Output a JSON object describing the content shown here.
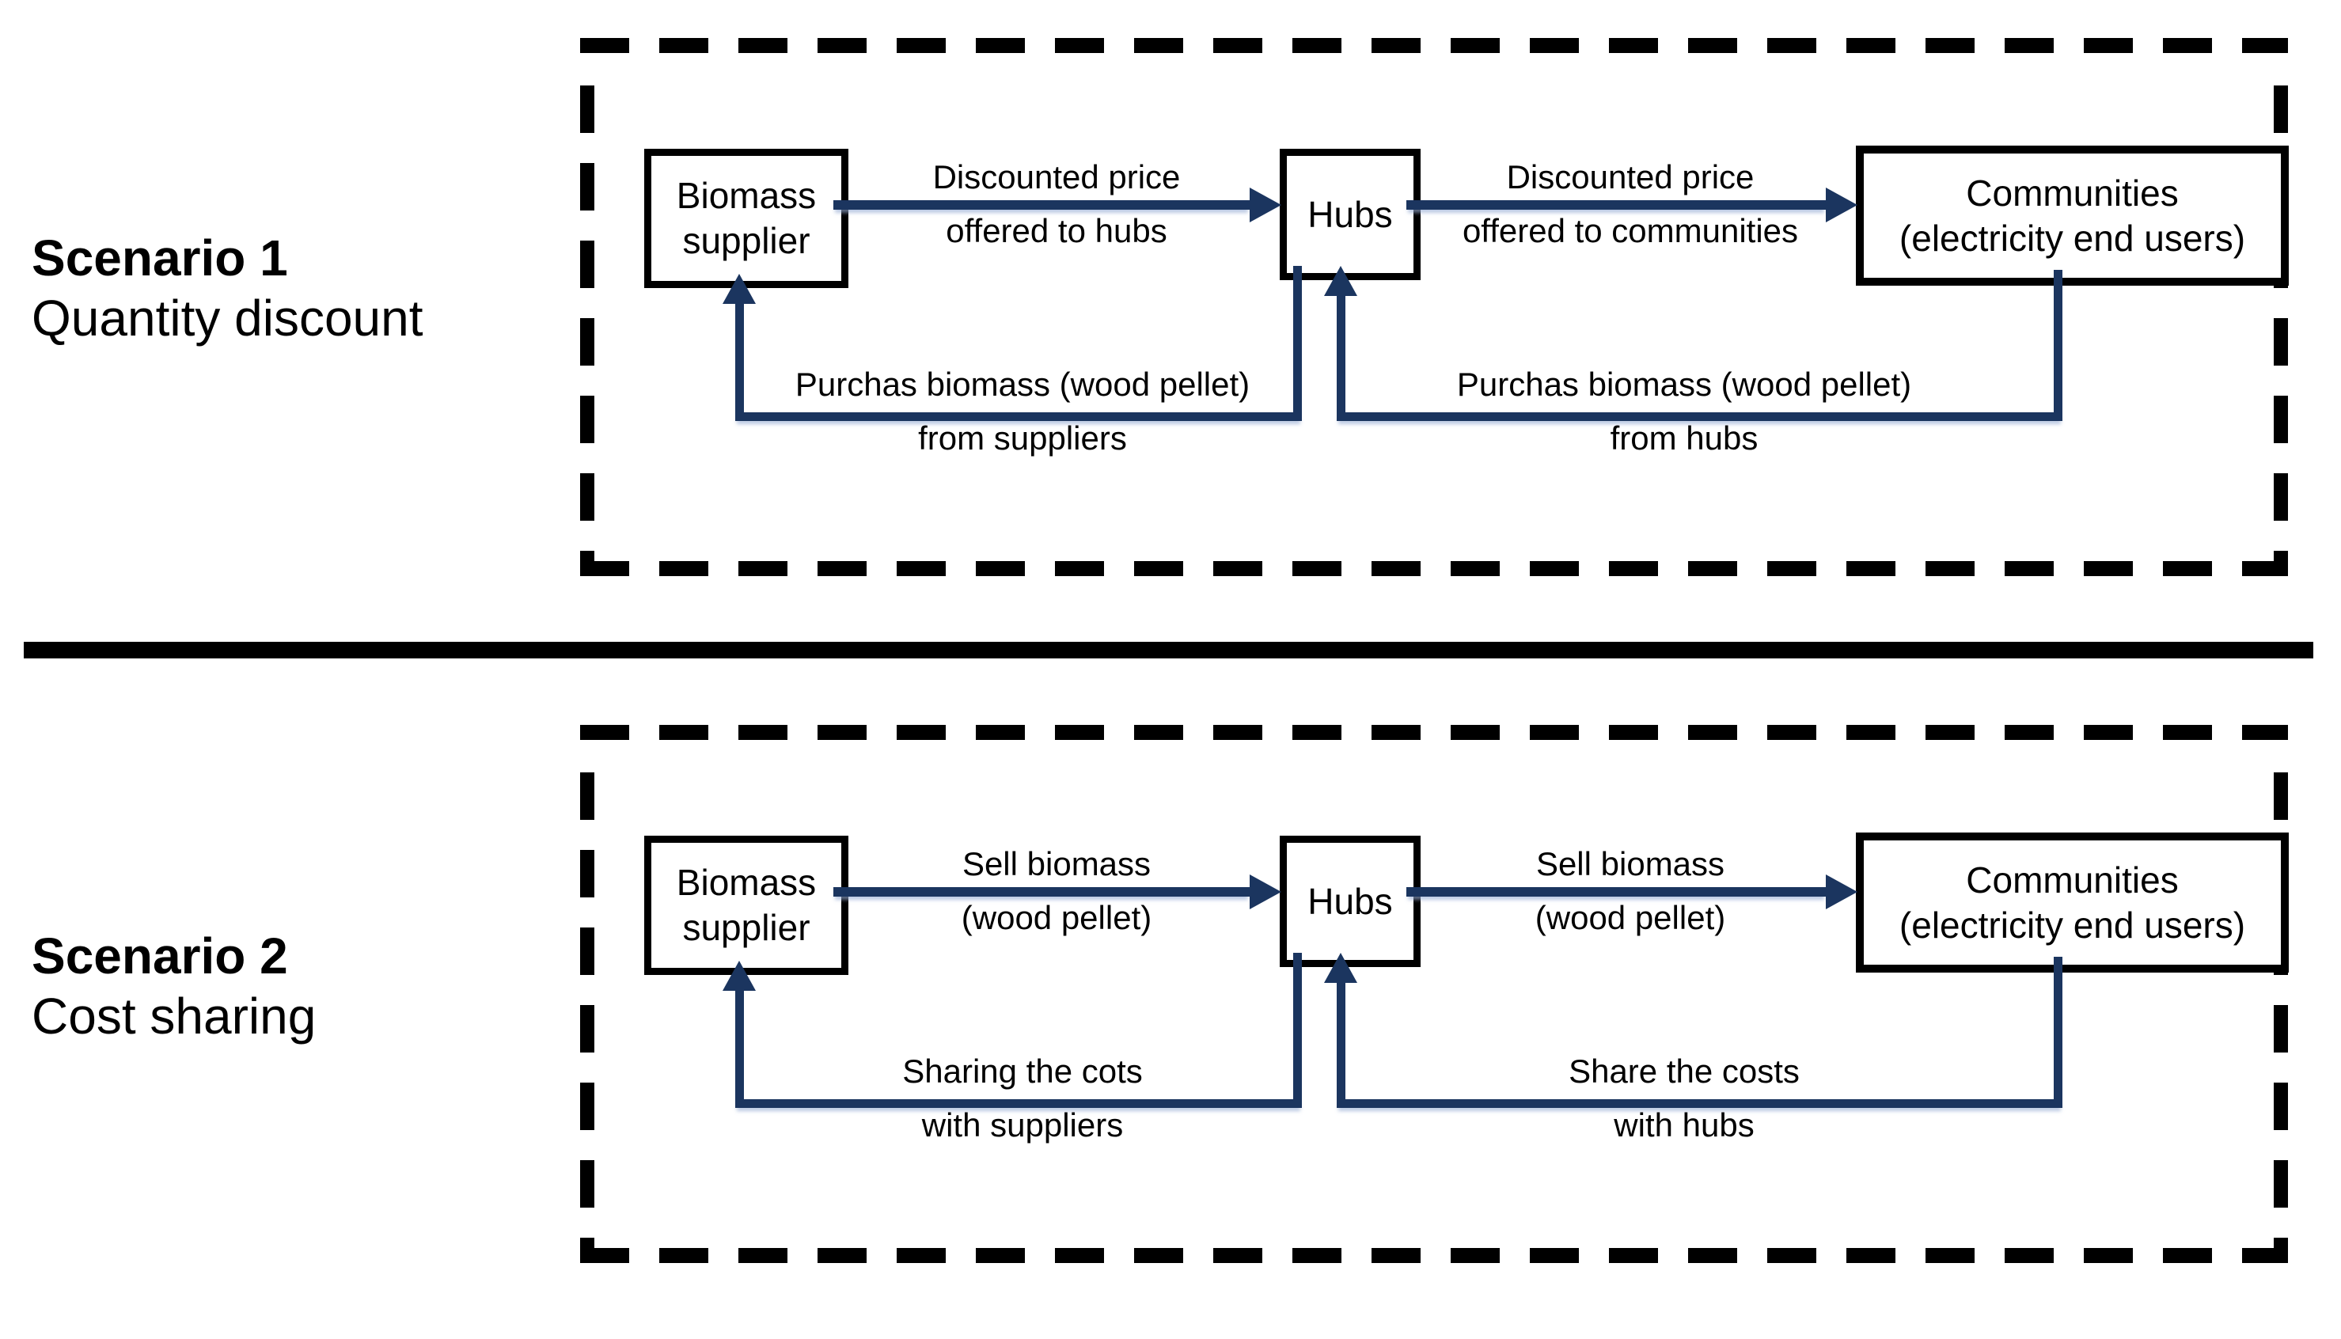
{
  "colors": {
    "line": "#1b355f",
    "ink": "#000000",
    "bg": "#ffffff"
  },
  "scenarios": [
    {
      "title": "Scenario 1",
      "subtitle": "Quantity discount",
      "supplier": {
        "line1": "Biomass",
        "line2": "supplier"
      },
      "hub": {
        "label": "Hubs"
      },
      "communities": {
        "line1": "Communities",
        "line2": "(electricity end users)"
      },
      "forward1": {
        "line1": "Discounted price",
        "line2": "offered to hubs"
      },
      "forward2": {
        "line1": "Discounted price",
        "line2": "offered to communities"
      },
      "return1": {
        "line1": "Purchas biomass (wood pellet)",
        "line2": "from suppliers"
      },
      "return2": {
        "line1": "Purchas biomass (wood pellet)",
        "line2": "from hubs"
      }
    },
    {
      "title": "Scenario 2",
      "subtitle": "Cost sharing",
      "supplier": {
        "line1": "Biomass",
        "line2": "supplier"
      },
      "hub": {
        "label": "Hubs"
      },
      "communities": {
        "line1": "Communities",
        "line2": "(electricity end users)"
      },
      "forward1": {
        "line1": "Sell biomass",
        "line2": "(wood pellet)"
      },
      "forward2": {
        "line1": "Sell biomass",
        "line2": "(wood pellet)"
      },
      "return1": {
        "line1": "Sharing the cots",
        "line2": "with suppliers"
      },
      "return2": {
        "line1": "Share the costs",
        "line2": "with hubs"
      }
    }
  ]
}
